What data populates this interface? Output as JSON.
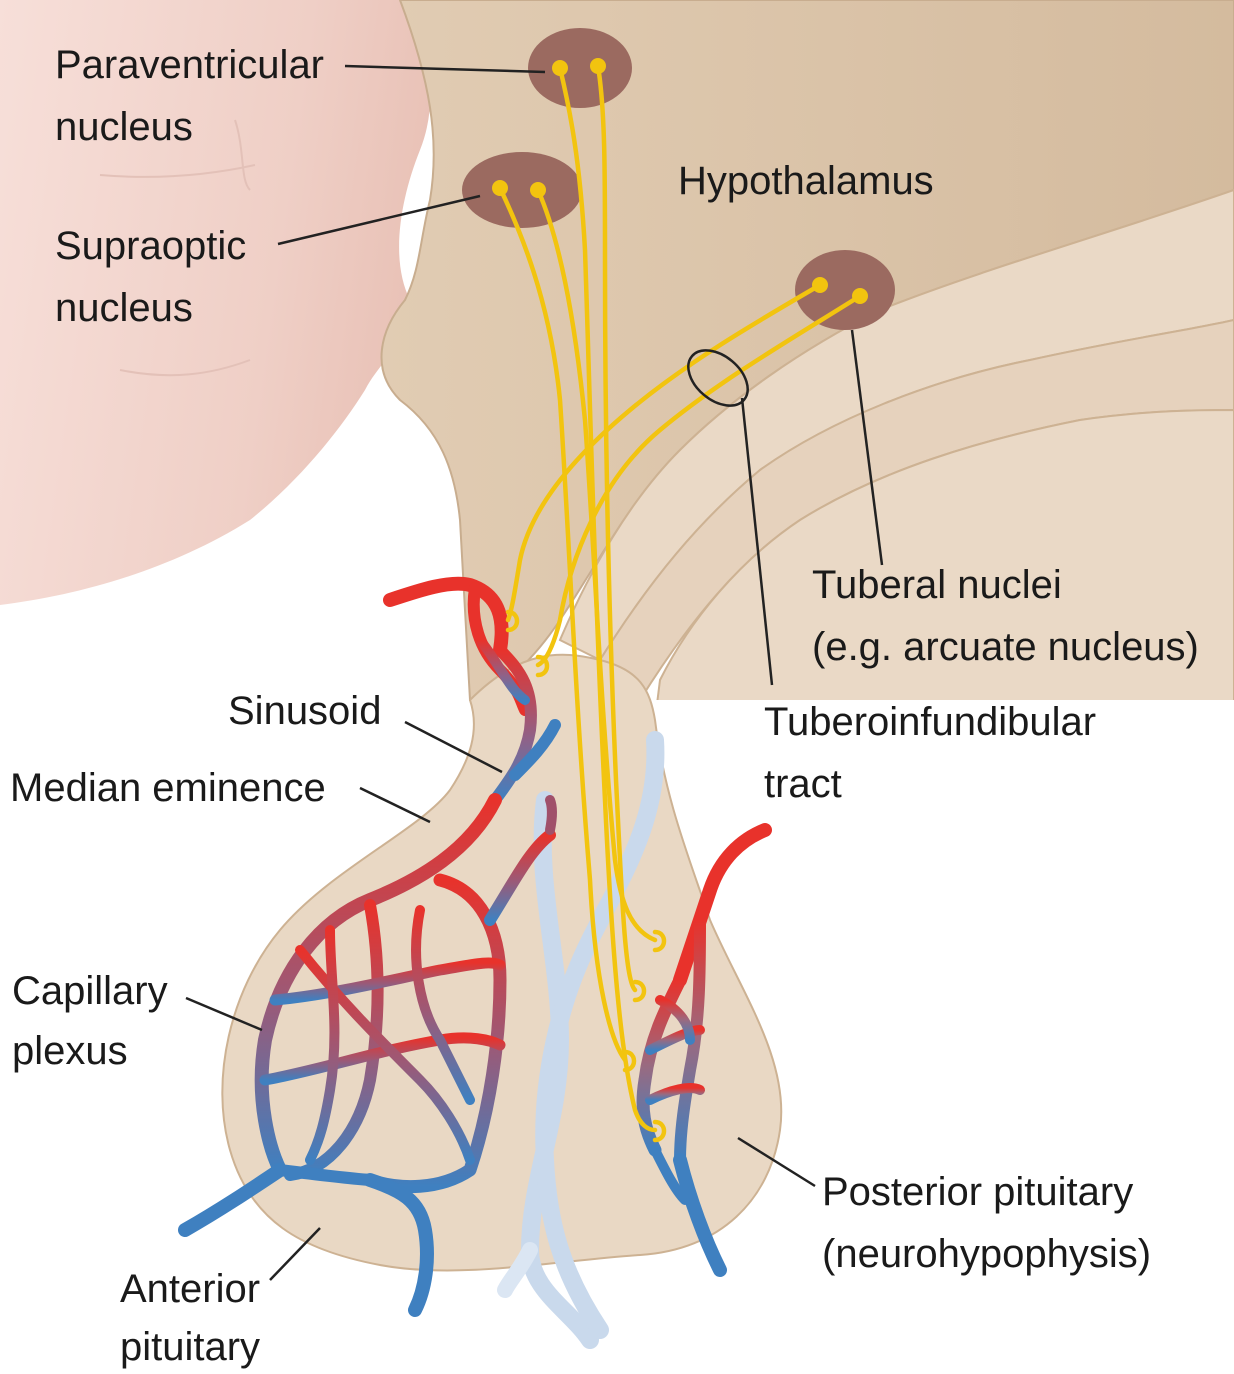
{
  "labels": {
    "paraventricular": [
      "Paraventricular",
      "nucleus"
    ],
    "supraoptic": [
      "Supraoptic",
      "nucleus"
    ],
    "hypothalamus": "Hypothalamus",
    "tuberal": [
      "Tuberal nuclei",
      "(e.g. arcuate nucleus)"
    ],
    "tuberoinfundibular": [
      "Tuberoinfundibular",
      "tract"
    ],
    "sinusoid": "Sinusoid",
    "median_eminence": "Median eminence",
    "capillary_plexus": [
      "Capillary",
      "plexus"
    ],
    "posterior_pituitary": [
      "Posterior pituitary",
      "(neurohypophysis)"
    ],
    "anterior_pituitary": [
      "Anterior",
      "pituitary"
    ]
  },
  "colors": {
    "brain_pink": "#f4d9d2",
    "hypothalamus_tan": "#dcc5ab",
    "gland_tan": "#e9d8c4",
    "nucleus": "#9b6a60",
    "axon": "#f2c40f",
    "artery": "#e8322b",
    "vein": "#3f80c0",
    "portal_vein": "#c9d9ec"
  }
}
